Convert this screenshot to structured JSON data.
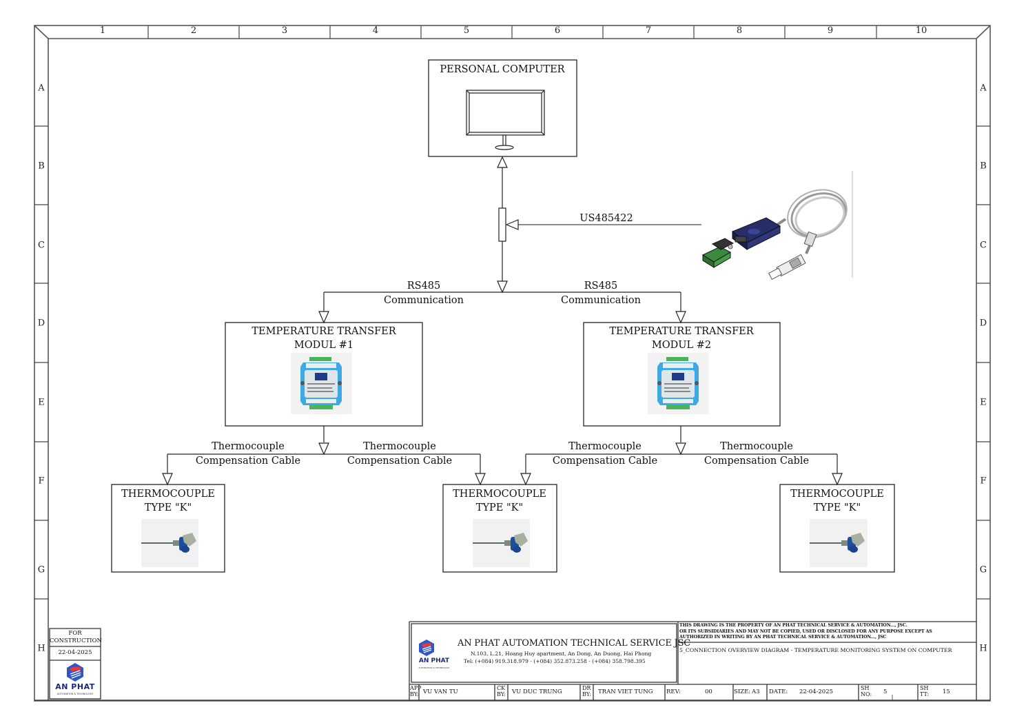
{
  "sheet": {
    "column_labels": [
      "1",
      "2",
      "3",
      "4",
      "5",
      "6",
      "7",
      "8",
      "9",
      "10"
    ],
    "row_labels": [
      "A",
      "B",
      "C",
      "D",
      "E",
      "F",
      "G",
      "H"
    ]
  },
  "diagram": {
    "pc": {
      "title": "PERSONAL COMPUTER",
      "icon": "monitor-icon"
    },
    "converter": {
      "label": "US485422",
      "icon": "usb-rs485-converter-image"
    },
    "links": {
      "rs485_left": [
        "RS485",
        "Communication"
      ],
      "rs485_right": [
        "RS485",
        "Communication"
      ],
      "tc_cable_1": [
        "Thermocouple",
        "Compensation Cable"
      ],
      "tc_cable_2": [
        "Thermocouple",
        "Compensation Cable"
      ],
      "tc_cable_3": [
        "Thermocouple",
        "Compensation Cable"
      ],
      "tc_cable_4": [
        "Thermocouple",
        "Compensation Cable"
      ]
    },
    "modules": [
      {
        "title_line1": "TEMPERATURE TRANSFER",
        "title_line2": "MODUL #1",
        "icon": "temperature-module-image"
      },
      {
        "title_line1": "TEMPERATURE TRANSFER",
        "title_line2": "MODUL #2",
        "icon": "temperature-module-image"
      }
    ],
    "thermocouples": [
      {
        "title_line1": "THERMOCOUPLE",
        "title_line2": "TYPE \"K\"",
        "icon": "thermocouple-probe-image"
      },
      {
        "title_line1": "THERMOCOUPLE",
        "title_line2": "TYPE \"K\"",
        "icon": "thermocouple-probe-image"
      },
      {
        "title_line1": "THERMOCOUPLE",
        "title_line2": "TYPE \"K\"",
        "icon": "thermocouple-probe-image"
      }
    ]
  },
  "stamp": {
    "status": [
      "FOR",
      "CONSTRUCTION"
    ],
    "date": "22-04-2025",
    "logo_text": "AN PHAT",
    "logo_subtext": "AUTOMATION & TECHNOLOGY"
  },
  "title_block": {
    "company": "AN PHAT AUTOMATION TECHNICAL SERVICE JSC",
    "address": "N.103, L.21, Hoang Huy apartment, An Dong, An Duong, Hai Phong",
    "phone": "Tel:  (+084) 919.318.979 - (+084) 352.873.258 - (+084) 358.798.395",
    "logo_text": "AN PHAT",
    "logo_subtext": "AUTOMATION & TECHNOLOGY",
    "disclaimer": [
      "THIS DRAWING IS THE PROPERTY OF AN PHAT TECHNICAL SERVICE & AUTOMATION..., JSC.",
      "OR ITS SUBSIDIARIES AND MAY NOT BE COPIED, USED OR DISCLOSED FOR ANY PURPOSE EXCEPT AS",
      "AUTHORIZED IN WRITING BY AN PHAT TECHNICAL SERVICE & AUTOMATION..., JSC"
    ],
    "drawing_title": "5_CONNECTION OVERVIEW DIAGRAM - TEMPERATURE MONITORING SYSTEM ON COMPUTER",
    "approved_by_label": [
      "APP",
      "BY:"
    ],
    "approved_by": "VU VAN TU",
    "checked_by_label": [
      "CK",
      "BY:"
    ],
    "checked_by": "VU DUC TRUNG",
    "drawn_by_label": [
      "DR",
      "BY:"
    ],
    "drawn_by": "TRAN VIET TUNG",
    "rev_label": "REV:",
    "rev": "00",
    "size_label": "SIZE:",
    "size": "A3",
    "date_label": "DATE:",
    "date": "22-04-2025",
    "sheet_no_label": [
      "SH",
      "NO:"
    ],
    "sheet_no": "5",
    "sheet_total_label": [
      "SH",
      "TT:"
    ],
    "sheet_total": "15"
  }
}
